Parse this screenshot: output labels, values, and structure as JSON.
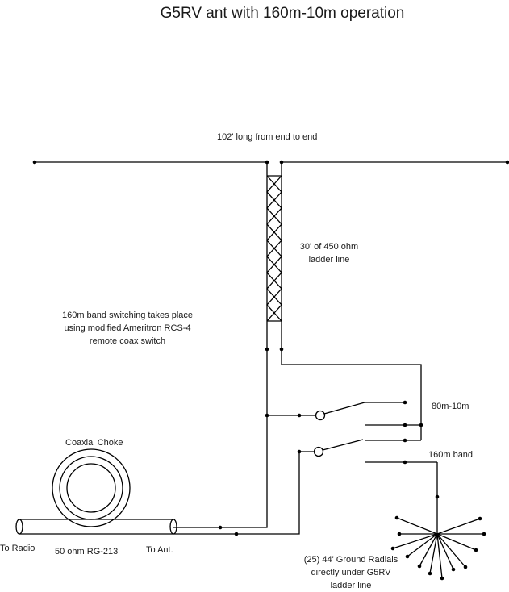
{
  "title": "G5RV ant with 160m-10m operation",
  "labels": {
    "length": "102' long from end to end",
    "ladder_line_1": "30' of 450 ohm",
    "ladder_line_2": "ladder line",
    "switching_1": "160m band switching takes place",
    "switching_2": "using modified Ameritron RCS-4",
    "switching_3": "remote coax switch",
    "band_80_10": "80m-10m",
    "band_160": "160m band",
    "choke": "Coaxial Choke",
    "to_radio": "To Radio",
    "coax": "50 ohm RG-213",
    "to_ant": "To Ant.",
    "radials_1": "(25) 44' Ground Radials",
    "radials_2": "directly under G5RV",
    "radials_3": "ladder line"
  },
  "colors": {
    "line": "#000000",
    "text": "#1a1a1a"
  }
}
